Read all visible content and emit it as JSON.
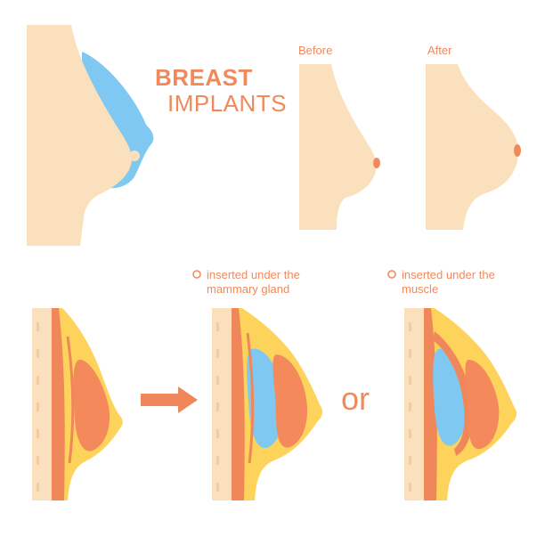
{
  "title": {
    "line1": "BREAST",
    "line2": "IMPLANTS"
  },
  "comparison": {
    "before_label": "Before",
    "after_label": "After"
  },
  "options": [
    {
      "caption_line1": "inserted under the",
      "caption_line2": "mammary gland"
    },
    {
      "caption_line1": "inserted under the",
      "caption_line2": "muscle"
    }
  ],
  "connector_word": "or",
  "colors": {
    "skin": "#fbe0bd",
    "implant": "#7ec8f2",
    "accent": "#f08a5d",
    "fat": "#fdd35c",
    "muscle": "#f0875a",
    "gland": "#f48a5c",
    "nipple": "#f08a5d",
    "rib": "#f9c9a0"
  }
}
